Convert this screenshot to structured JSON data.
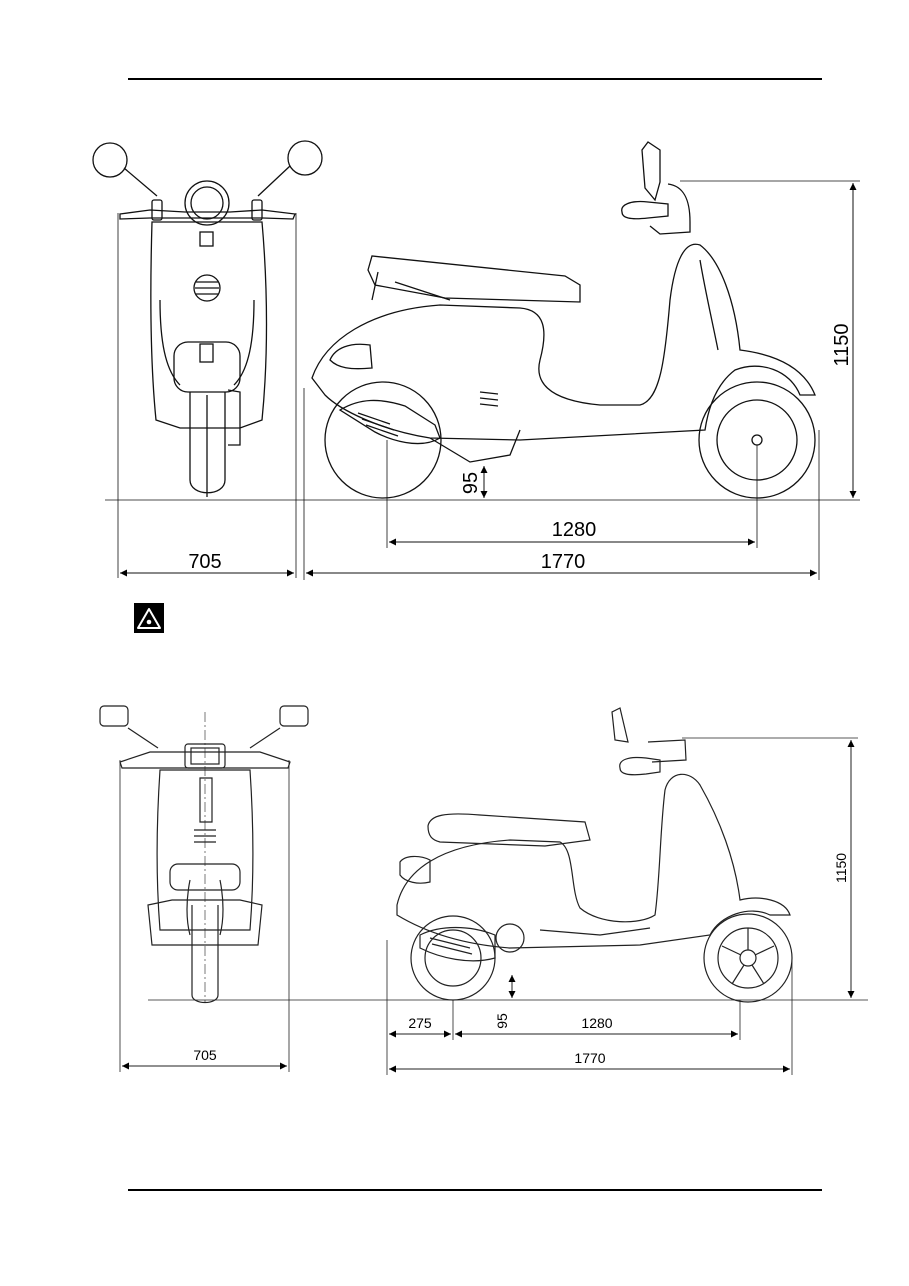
{
  "figure_top": {
    "front_width": "705",
    "overall_length": "1770",
    "wheelbase": "1280",
    "overall_height": "1150",
    "ground_clearance": "95"
  },
  "warning_icon": "warning-triangle-icon",
  "figure_bottom": {
    "front_width": "705",
    "overall_length": "1770",
    "wheelbase": "1280",
    "rear_overhang": "275",
    "overall_height": "1150",
    "ground_clearance": "95"
  }
}
